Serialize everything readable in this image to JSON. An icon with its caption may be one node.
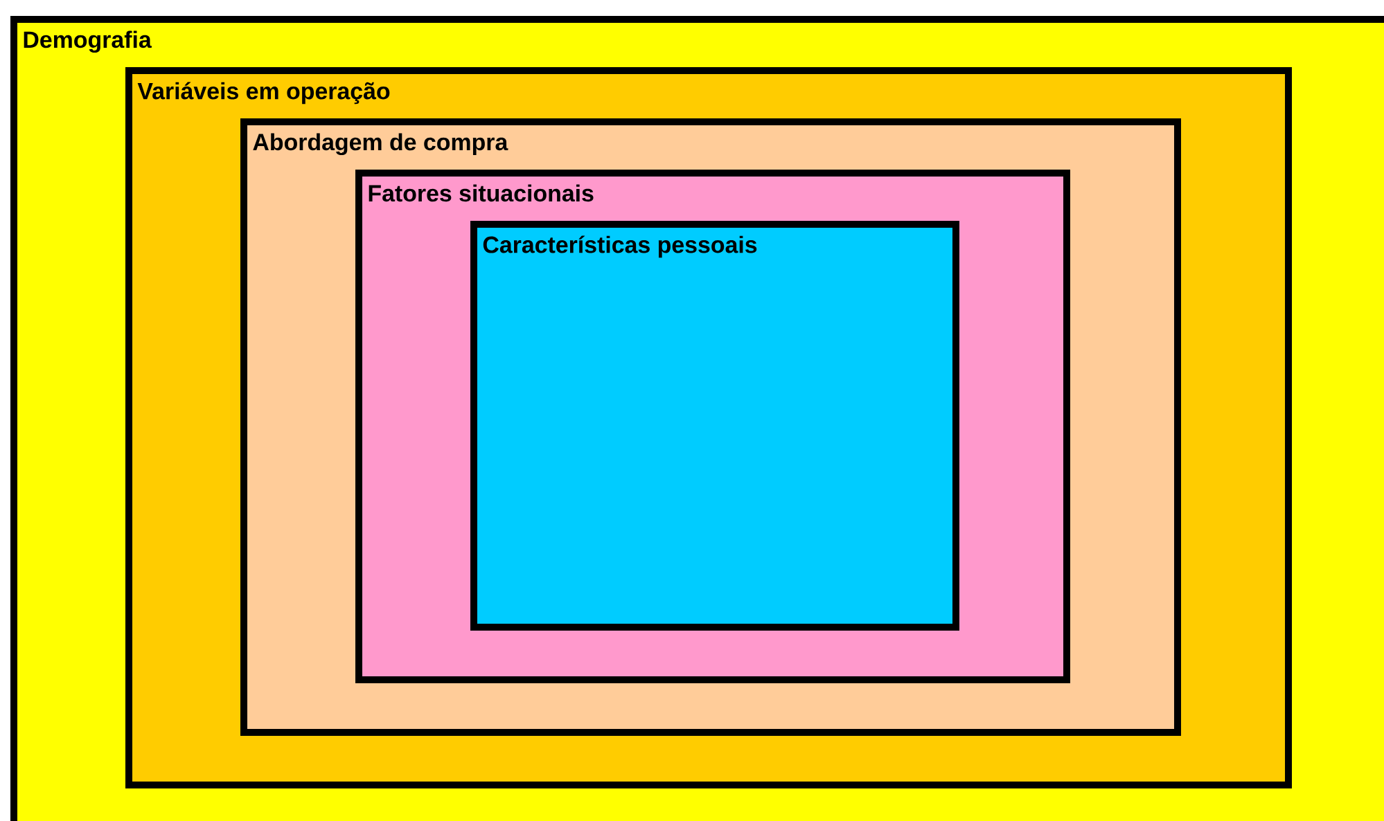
{
  "diagram": {
    "nodes": [
      {
        "text": [
          "Demografia"
        ]
      },
      {
        "text": [
          "Variáveis em operação"
        ],
        "in": 0
      },
      {
        "text": [
          "Abordagem de compra"
        ],
        "in": 1
      },
      {
        "text": [
          "Fatores situacionais"
        ],
        "in": 2
      },
      {
        "text": [
          "Características pessoais"
        ],
        "in": 3
      }
    ]
  }
}
